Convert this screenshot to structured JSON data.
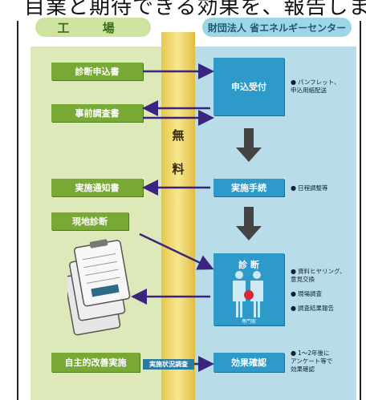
{
  "banner_text": "目業と期待できる効果を、報告します。",
  "factory_header": "工 場",
  "center_header": "財団法人 省エネルギーセンター",
  "free_label": [
    "無",
    "料"
  ],
  "factory_steps": [
    "診断申込書",
    "事前調査書",
    "実施通知書",
    "現地診断",
    "自主的改善実施"
  ],
  "center_steps": [
    "申込受付",
    "実施手続",
    "診 断",
    "効果確認"
  ],
  "report_label": "実施状況調査",
  "expert_badge": "専門家",
  "notes": {
    "reception": "パンフレット、\n申込用紙配送",
    "procedure": "日程調整等",
    "diagnosis": [
      "資料ヒヤリング、\n意見交換",
      "現場調査",
      "調査結果報告"
    ],
    "effect": "1〜2年後に\nアンケート等で\n効果確認"
  },
  "colors": {
    "factory_panel": "#dde9b8",
    "center_panel": "#b8dde8",
    "green_box": "#79a935",
    "blue_box": "#2d9ac9",
    "free_band": "#f2df7a",
    "arrow": "#3c2380",
    "down_arrow": "#444444"
  },
  "icons": [
    "clipboard-icon",
    "people-icon",
    "down-arrow-icon"
  ]
}
